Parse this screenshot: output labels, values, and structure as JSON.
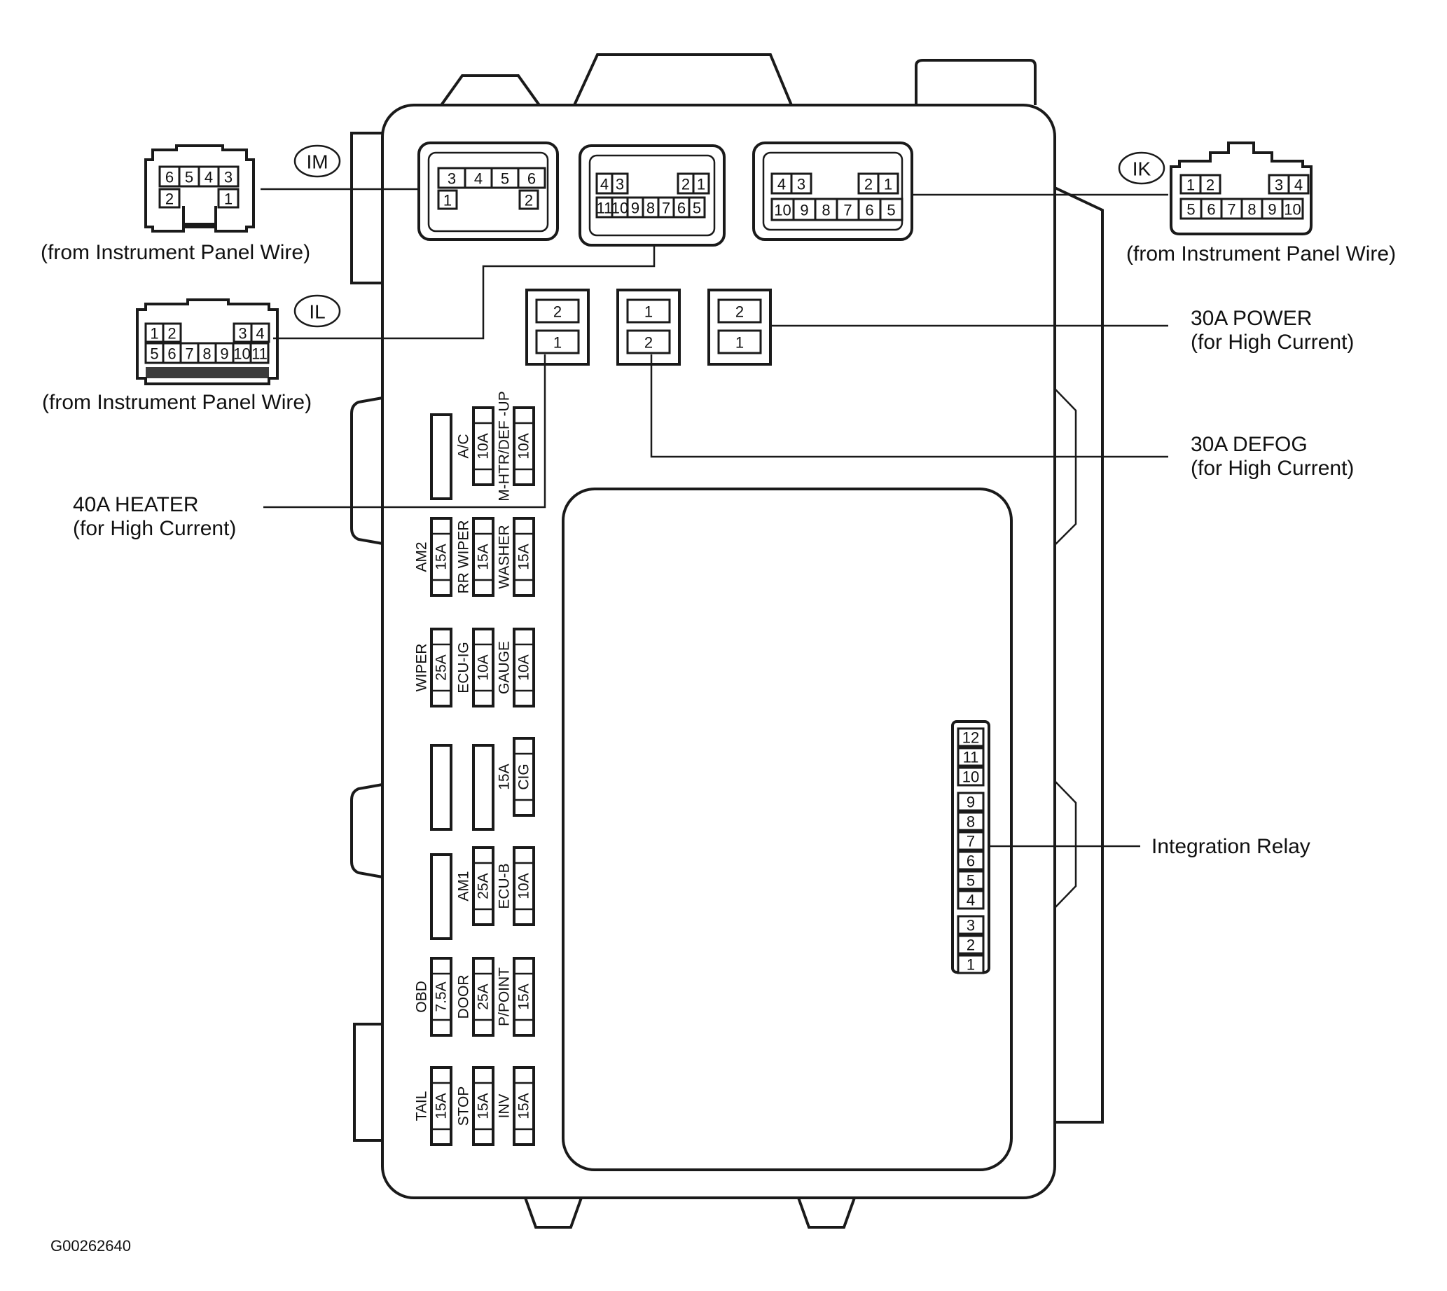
{
  "connectors": {
    "im": {
      "id": "IM",
      "caption": "(from Instrument Panel Wire)",
      "pins_top": [
        "6",
        "5",
        "4",
        "3"
      ],
      "pins_bottom": [
        "2",
        "1"
      ],
      "socket_top": [
        "3",
        "4",
        "5",
        "6"
      ],
      "socket_bottom": [
        "1",
        "2"
      ]
    },
    "il": {
      "id": "IL",
      "caption": "(from Instrument Panel Wire)",
      "pins_top": [
        "1",
        "2",
        "3",
        "4"
      ],
      "pins_bottom": [
        "5",
        "6",
        "7",
        "8",
        "9",
        "10",
        "11"
      ],
      "socket_top": [
        "4",
        "3",
        "2",
        "1"
      ],
      "socket_bottom": [
        "11",
        "10",
        "9",
        "8",
        "7",
        "6",
        "5"
      ]
    },
    "ik": {
      "id": "IK",
      "caption": "(from Instrument Panel Wire)",
      "pins_top": [
        "1",
        "2",
        "3",
        "4"
      ],
      "pins_bottom": [
        "5",
        "6",
        "7",
        "8",
        "9",
        "10"
      ],
      "socket_top": [
        "4",
        "3",
        "2",
        "1"
      ],
      "socket_bottom": [
        "10",
        "9",
        "8",
        "7",
        "6",
        "5"
      ]
    }
  },
  "relays": [
    {
      "top": "2",
      "bottom": "1"
    },
    {
      "top": "1",
      "bottom": "2"
    },
    {
      "top": "2",
      "bottom": "1"
    }
  ],
  "callouts": {
    "power": {
      "line1": "30A POWER",
      "line2": "(for High Current)"
    },
    "defog": {
      "line1": "30A DEFOG",
      "line2": "(for High Current)"
    },
    "heater": {
      "line1": "40A HEATER",
      "line2": "(for High Current)"
    },
    "integration_relay": "Integration Relay"
  },
  "fuse_rows": [
    [
      {
        "name": "",
        "amp": ""
      },
      {
        "name": "A/C",
        "amp": "10A"
      },
      {
        "name": "M-HTR/DEF -UP",
        "amp": "10A"
      }
    ],
    [
      {
        "name": "AM2",
        "amp": "15A"
      },
      {
        "name": "RR WIPER",
        "amp": "15A"
      },
      {
        "name": "WASHER",
        "amp": "15A"
      }
    ],
    [
      {
        "name": "WIPER",
        "amp": "25A"
      },
      {
        "name": "ECU-IG",
        "amp": "10A"
      },
      {
        "name": "GAUGE",
        "amp": "10A"
      }
    ],
    [
      {
        "name": "",
        "amp": ""
      },
      {
        "name": "",
        "amp": ""
      },
      {
        "name": "15A",
        "amp": "CIG"
      }
    ],
    [
      {
        "name": "",
        "amp": ""
      },
      {
        "name": "AM1",
        "amp": "25A"
      },
      {
        "name": "ECU-B",
        "amp": "10A"
      }
    ],
    [
      {
        "name": "OBD",
        "amp": "7.5A"
      },
      {
        "name": "DOOR",
        "amp": "25A"
      },
      {
        "name": "P/POINT",
        "amp": "15A"
      }
    ],
    [
      {
        "name": "TAIL",
        "amp": "15A"
      },
      {
        "name": "STOP",
        "amp": "15A"
      },
      {
        "name": "INV",
        "amp": "15A"
      }
    ]
  ],
  "integration_relay_pins": [
    "12",
    "11",
    "10",
    "9",
    "8",
    "7",
    "6",
    "5",
    "4",
    "3",
    "2",
    "1"
  ],
  "figure_code": "G00262640"
}
